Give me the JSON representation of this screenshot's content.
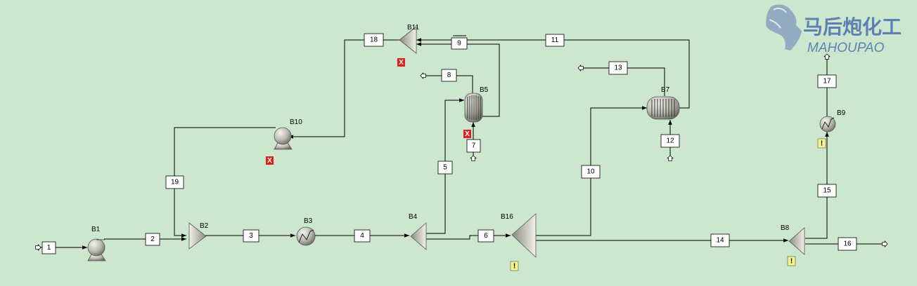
{
  "diagram": {
    "blocks": {
      "B1": "B1",
      "B2": "B2",
      "B3": "B3",
      "B4": "B4",
      "B5": "B5",
      "B7": "B7",
      "B8": "B8",
      "B9": "B9",
      "B10": "B10",
      "B11": "B11",
      "B16": "B16"
    },
    "streams": {
      "s1": "1",
      "s2": "2",
      "s3": "3",
      "s4": "4",
      "s5": "5",
      "s6": "6",
      "s7": "7",
      "s8": "8",
      "s9": "9",
      "s10": "10",
      "s11": "11",
      "s12": "12",
      "s13": "13",
      "s14": "14",
      "s15": "15",
      "s16": "16",
      "s17": "17",
      "s18": "18",
      "s19": "19"
    },
    "status_marks": {
      "error": "X",
      "warning": "!"
    },
    "colors": {
      "background": "#cce7cd",
      "error": "#e02020",
      "warning": "#f7f28a"
    }
  },
  "logo": {
    "cn": "马后炮化工",
    "en": "MAHOUPAO",
    "color": "#4a6fb0"
  }
}
